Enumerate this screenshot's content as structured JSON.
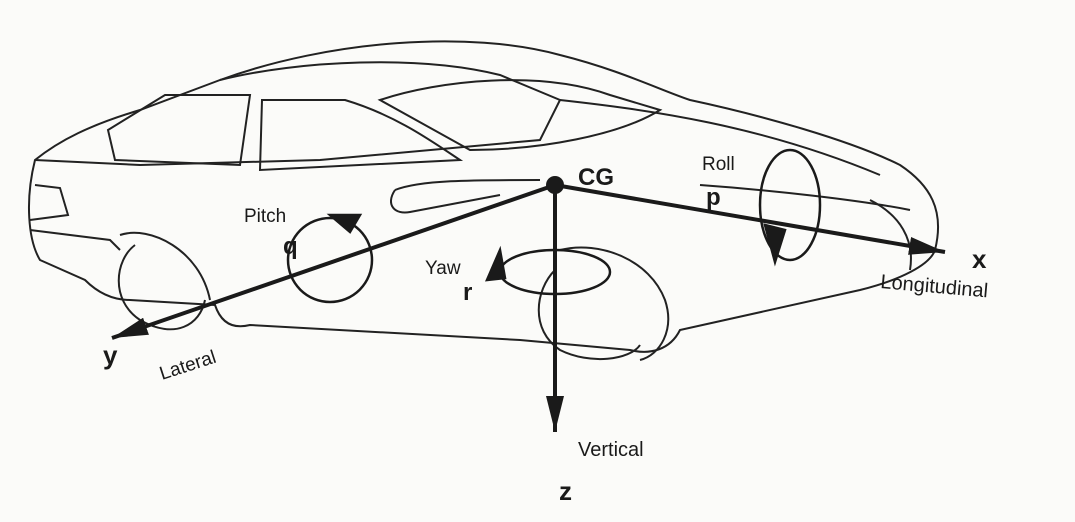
{
  "diagram": {
    "center_label": "CG",
    "axes": {
      "x": {
        "symbol": "x",
        "name": "Longitudinal",
        "rotation_label": "Roll",
        "rotation_symbol": "p"
      },
      "y": {
        "symbol": "y",
        "name": "Lateral",
        "rotation_label": "Pitch",
        "rotation_symbol": "q"
      },
      "z": {
        "symbol": "z",
        "name": "Vertical",
        "rotation_label": "Yaw",
        "rotation_symbol": "r"
      }
    },
    "colors": {
      "ink": "#1a1a1a",
      "paper": "#fbfbf9"
    }
  }
}
